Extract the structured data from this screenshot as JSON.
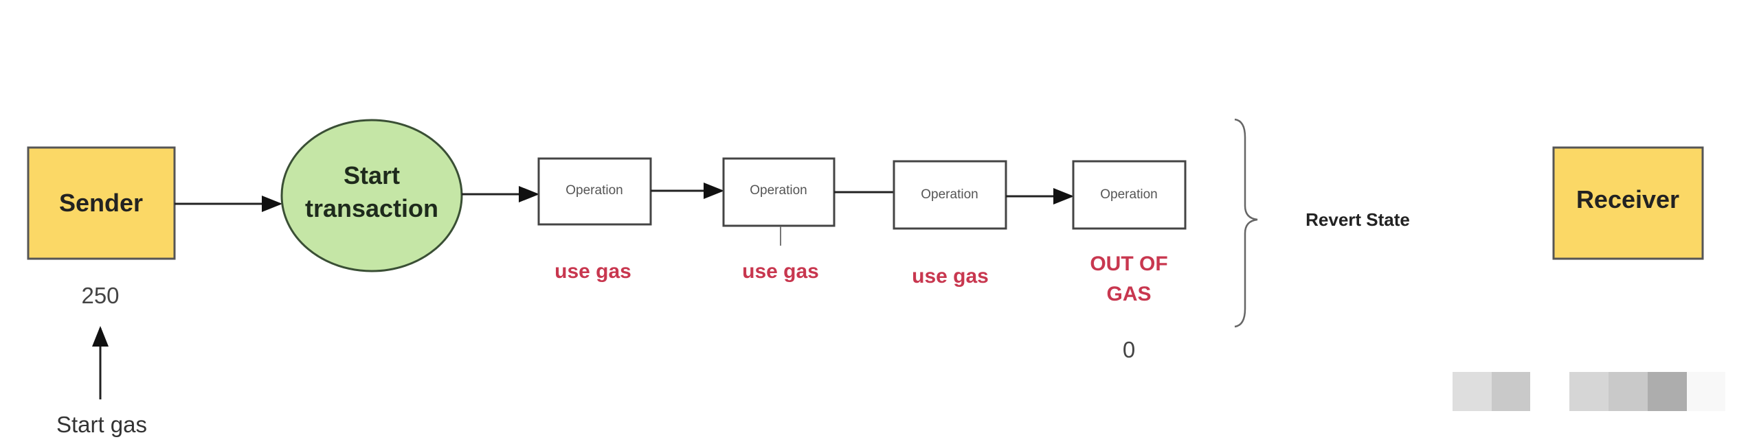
{
  "colors": {
    "node_yellow": "#fbd866",
    "node_green": "#c5e6a6",
    "warn_red": "#c8374f"
  },
  "sender": {
    "label": "Sender",
    "gas": "250",
    "start_gas_label": "Start gas"
  },
  "start": {
    "line1": "Start",
    "line2": "transaction"
  },
  "operations": [
    {
      "label": "Operation",
      "note": "use gas"
    },
    {
      "label": "Operation",
      "note": "use gas"
    },
    {
      "label": "Operation",
      "note": "use gas"
    },
    {
      "label": "Operation",
      "note1": "OUT OF",
      "note2": "GAS",
      "remaining": "0"
    }
  ],
  "revert": {
    "label": "Revert State"
  },
  "receiver": {
    "label": "Receiver"
  }
}
